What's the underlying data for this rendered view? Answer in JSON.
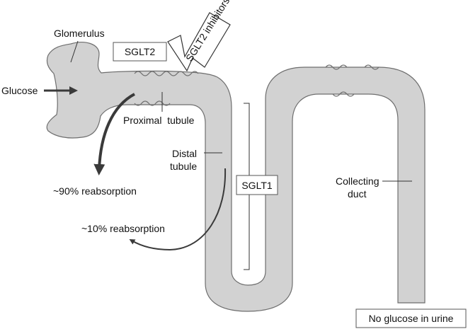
{
  "labels": {
    "glomerulus": "Glomerulus",
    "sglt2_box": "SGLT2",
    "sglt2_inhibitors": "SGLT2 inhibitors",
    "glucose": "Glucose",
    "proximal_tubule": "Proximal  tubule",
    "distal_tubule_line1": "Distal",
    "distal_tubule_line2": "tubule",
    "reabsorption_90": "~90% reabsorption",
    "reabsorption_10": "~10% reabsorption",
    "sglt1_box": "SGLT1",
    "collecting_duct_line1": "Collecting",
    "collecting_duct_line2": "duct",
    "no_glucose": "No glucose in urine"
  },
  "colors": {
    "tubule_fill": "#d2d2d2",
    "tubule_stroke": "#6e6e6e",
    "arrow": "#3a3a3a",
    "box_fill": "#ffffff",
    "box_stroke": "#555555"
  }
}
